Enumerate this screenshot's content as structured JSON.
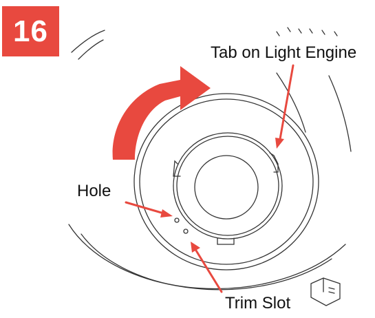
{
  "step": {
    "number": "16",
    "badge_color": "#e8493f"
  },
  "callouts": {
    "tab": "Tab on Light Engine",
    "hole": "Hole",
    "trim_slot": "Trim Slot"
  },
  "colors": {
    "arrow": "#e8493f",
    "line_art": "#333333"
  },
  "rotation_arrow": {
    "direction": "clockwise"
  }
}
